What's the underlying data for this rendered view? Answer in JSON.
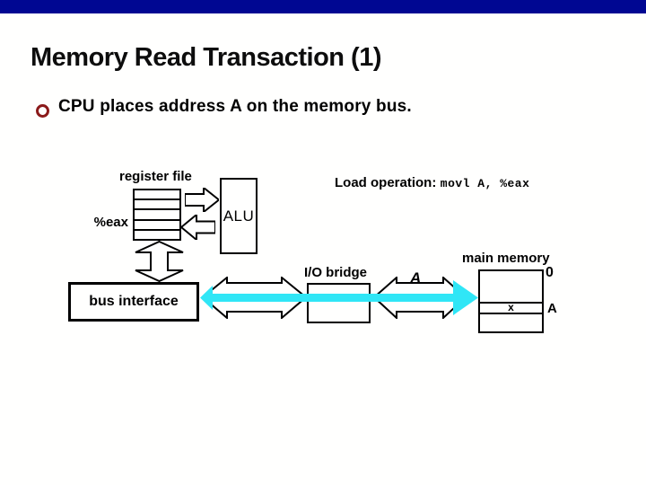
{
  "slide": {
    "title": "Memory Read Transaction (1)",
    "bullet_text": "CPU places address A on the memory bus.",
    "load_operation": {
      "label": "Load operation:",
      "code": "movl A, %eax"
    },
    "diagram": {
      "register_file_label": "register file",
      "eax_register_label": "%eax",
      "alu_label": "ALU",
      "bus_interface_label": "bus interface",
      "io_bridge_label": "I/O bridge",
      "main_memory_label": "main memory",
      "memory_address_top": "0",
      "memory_cell_value": "x",
      "memory_cell_address": "A",
      "bus_address_label": "A",
      "register_file_rows": 5
    },
    "colors": {
      "top_bar": "#000792",
      "bullet_marker": "#8B1A1A",
      "bus_highlight": "#30E6F6",
      "outline": "#000000"
    }
  }
}
